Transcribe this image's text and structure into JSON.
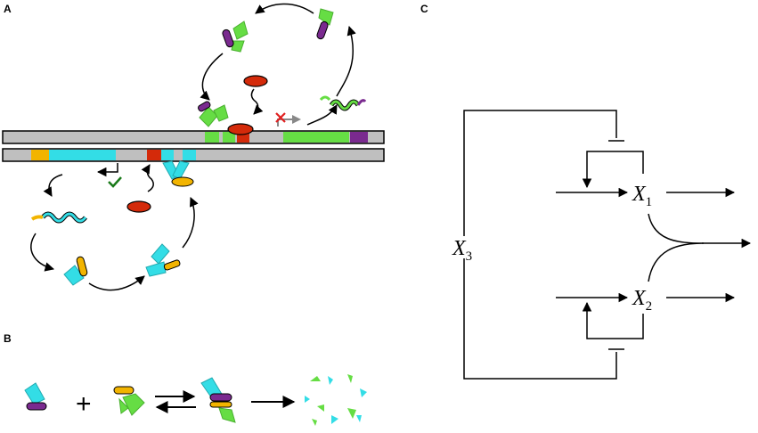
{
  "panels": {
    "a": {
      "label": "A"
    },
    "b": {
      "label": "B",
      "operator": "+"
    },
    "c": {
      "label": "C",
      "nodes": {
        "x1": {
          "var": "X",
          "sub": "1"
        },
        "x2": {
          "var": "X",
          "sub": "2"
        },
        "x3": {
          "var": "X",
          "sub": "3"
        }
      }
    }
  },
  "colors": {
    "dna_strand": "#bfbfbf",
    "green_protein": "#66dd44",
    "purple_tag": "#7a2a8f",
    "cyan_protein": "#33dde6",
    "yellow_tag": "#f2b400",
    "repressor": "#d42a0a",
    "blocked_mark": "#e02020",
    "activate_mark": "#1a7a1a",
    "arrow_gray": "#888888"
  },
  "icons": {
    "blocked": "x-mark-icon",
    "active": "check-mark-icon"
  }
}
